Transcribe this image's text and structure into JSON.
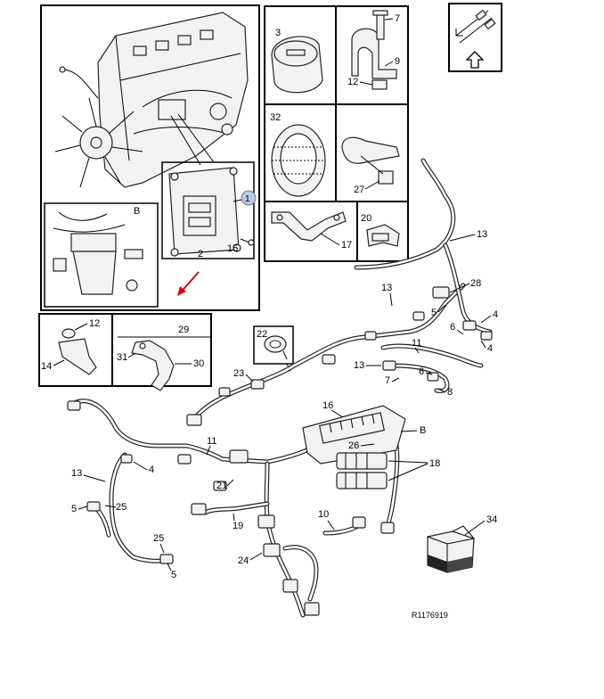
{
  "labels": {
    "n1": "1",
    "n2": "2",
    "n3": "3",
    "n7": "7",
    "n9": "9",
    "n12a": "12",
    "n32": "32",
    "n27": "27",
    "n17": "17",
    "n20": "20",
    "n15": "15",
    "nBa": "B",
    "n13a": "13",
    "n28": "28",
    "n13b": "13",
    "n5a": "5",
    "n4a": "4",
    "n6a": "6",
    "n4b": "4",
    "n11a": "11",
    "n13c": "13",
    "n6b": "6",
    "n7b": "7",
    "n8": "8",
    "n12b": "12",
    "n14": "14",
    "n29": "29",
    "n31": "31",
    "n30": "30",
    "n22": "22",
    "n23": "23",
    "n16": "16",
    "nBb": "B",
    "n26": "26",
    "n18": "18",
    "n11b": "11",
    "n4c": "4",
    "n13d": "13",
    "n21": "21",
    "n5b": "5",
    "n25a": "25",
    "n19": "19",
    "n10": "10",
    "n34": "34",
    "n25b": "25",
    "n5c": "5",
    "n24": "24"
  },
  "reference": "R1176919",
  "colors": {
    "line": "#000000",
    "arrow": "#e00000",
    "callout": "#b8c8de"
  },
  "icons": {
    "orientation": "arrow-up-icon"
  }
}
